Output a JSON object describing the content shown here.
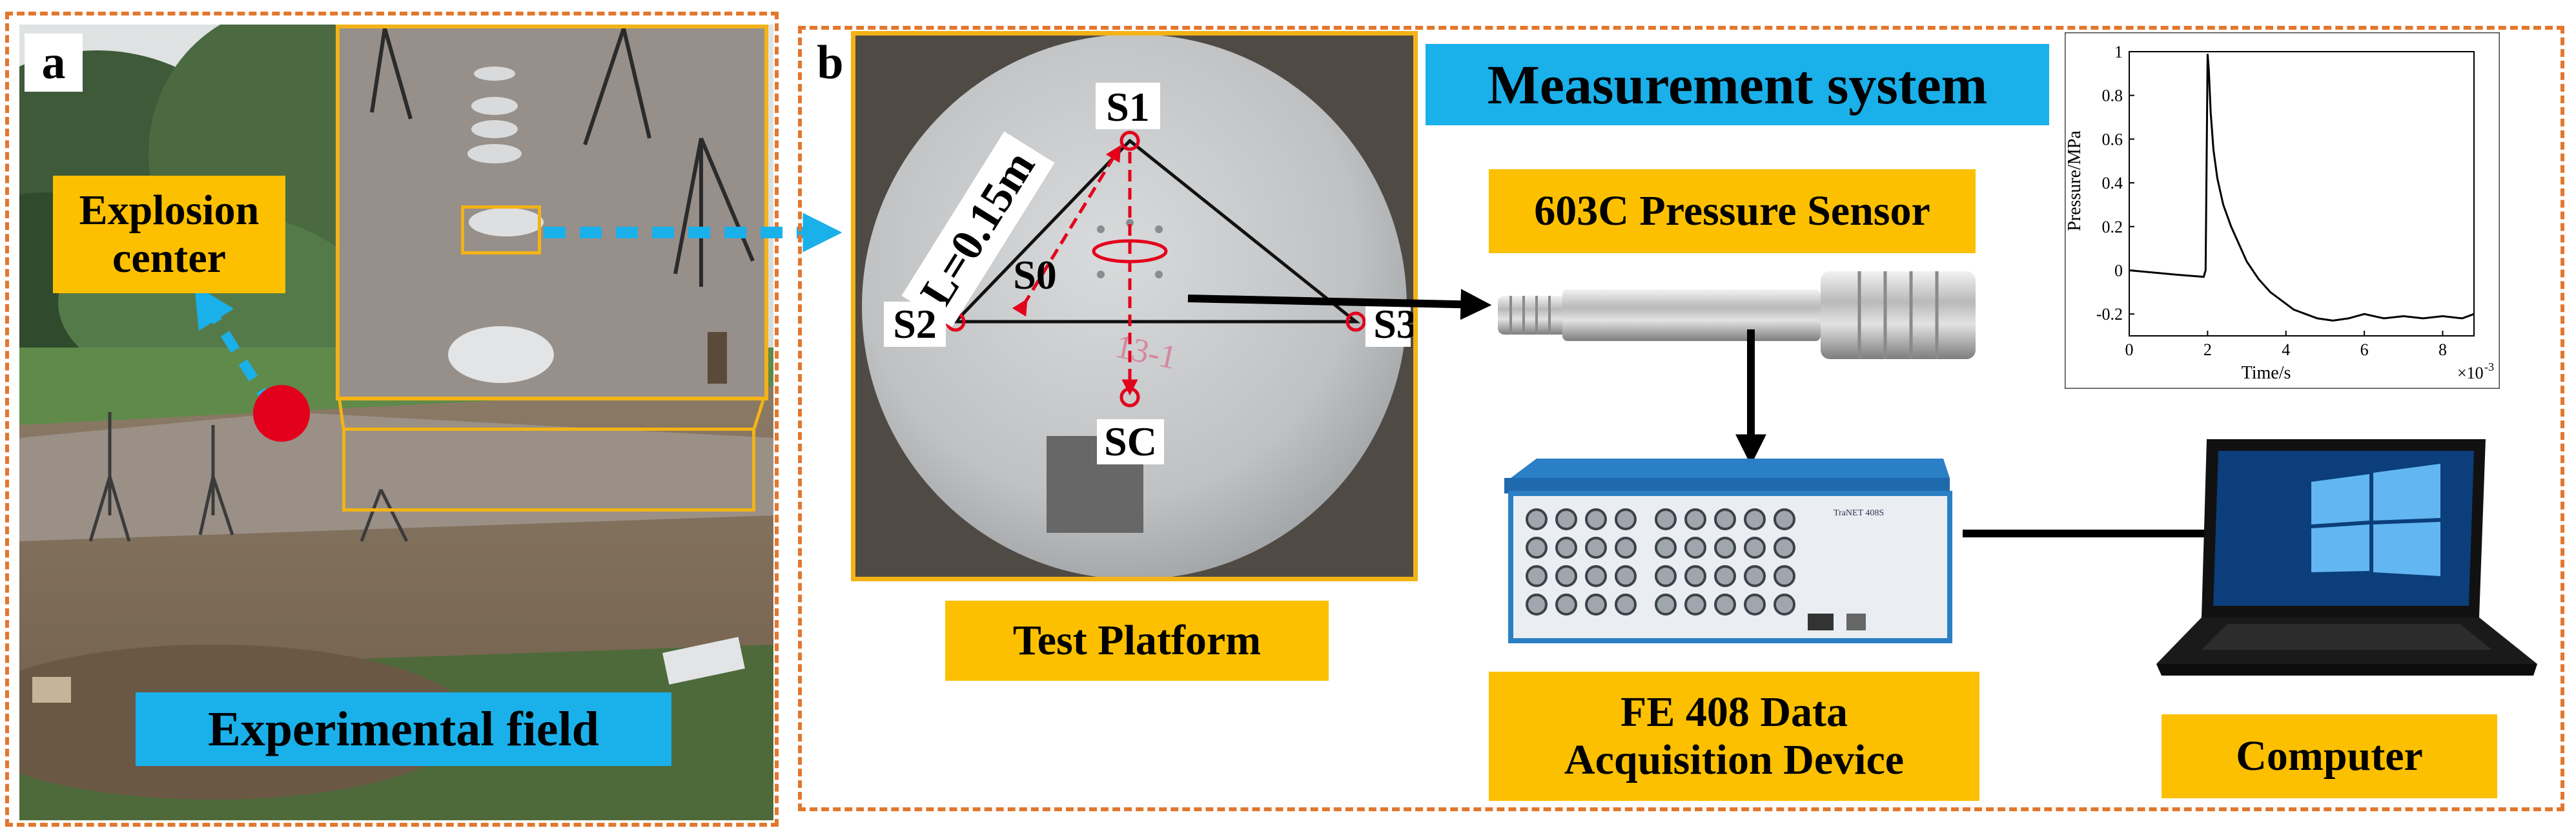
{
  "panel_a": {
    "letter": "a",
    "explosion_label": "Explosion\ncenter",
    "field_label": "Experimental field"
  },
  "panel_b": {
    "letter": "b",
    "system_label": "Measurement system",
    "platform_label": "Test Platform",
    "sensor_label": "603C Pressure Sensor",
    "daq_label": "FE 408 Data\nAcquisition Device",
    "computer_label": "Computer",
    "daq_brand": "TraNET 408S",
    "platform_marks": {
      "s1": "S1",
      "s2": "S2",
      "s3": "S3",
      "s0": "S0",
      "sc": "SC",
      "distance": "L=0.15m",
      "chalk": "13-1"
    }
  },
  "colors": {
    "orange_label": "#fcc000",
    "blue_label": "#1ab0ea",
    "dash_orange": "#e2772e",
    "arrow_blue": "#1ab0ea",
    "marker_red": "#e3001b",
    "highlight_yellow": "#f3b316"
  },
  "chart_data": {
    "type": "line",
    "title": "",
    "xlabel": "Time/s",
    "ylabel": "Pressure/MPa",
    "x_exponent_label": "×10",
    "x_exponent_power": "-3",
    "xlim": [
      0,
      8.8
    ],
    "ylim": [
      -0.3,
      1.0
    ],
    "x_ticks": [
      "0",
      "2",
      "4",
      "6",
      "8"
    ],
    "y_ticks": [
      "-0.2",
      "0",
      "0.2",
      "0.4",
      "0.6",
      "0.8",
      "1"
    ],
    "series": [
      {
        "color": "#000000",
        "x": [
          0,
          1.2,
          1.9,
          1.95,
          2.0,
          2.03,
          2.08,
          2.15,
          2.25,
          2.4,
          2.6,
          2.8,
          3.0,
          3.3,
          3.6,
          3.9,
          4.2,
          4.5,
          4.8,
          5.2,
          5.6,
          6.0,
          6.5,
          7.0,
          7.5,
          8.0,
          8.5,
          8.8
        ],
        "y": [
          0.0,
          -0.02,
          -0.03,
          0.0,
          0.99,
          0.92,
          0.72,
          0.55,
          0.42,
          0.3,
          0.2,
          0.12,
          0.04,
          -0.04,
          -0.1,
          -0.14,
          -0.18,
          -0.2,
          -0.22,
          -0.23,
          -0.22,
          -0.2,
          -0.22,
          -0.21,
          -0.22,
          -0.21,
          -0.22,
          -0.2
        ]
      }
    ],
    "grid": false,
    "legend": "none"
  }
}
